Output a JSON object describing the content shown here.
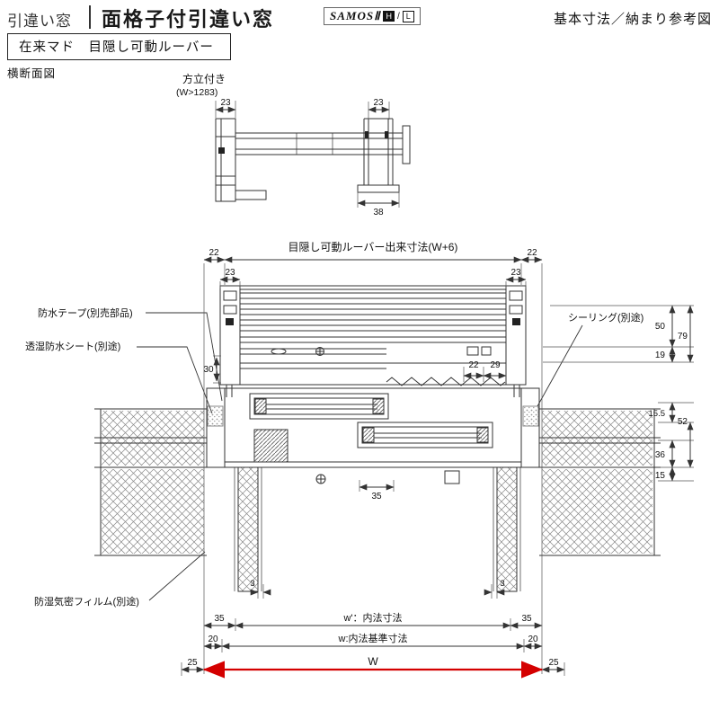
{
  "header": {
    "window_type": "引違い窓",
    "title": "面格子付引違い窓",
    "brand": "SAMOSⅡ",
    "badge_h": "H",
    "slash": "/",
    "badge_l": "L",
    "right_note": "基本寸法／納まり参考図",
    "subtitle": "在来マド　目隠し可動ルーバー",
    "section_label": "横断面図"
  },
  "top_detail": {
    "title": "方立付き",
    "condition": "(W>1283)",
    "dim_left": "23",
    "dim_right": "23",
    "dim_bottom": "38"
  },
  "main": {
    "louver_dim_label": "目隠し可動ルーバー出来寸法(W+6)",
    "dim_22_left": "22",
    "dim_22_right": "22",
    "dim_23_left": "23",
    "dim_23_right": "23",
    "dim_30": "30",
    "dim_22_inner": "22",
    "dim_29": "29",
    "dim_35_track": "35",
    "labels": {
      "waterproof_tape": "防水テープ(別売部品)",
      "breathable_sheet": "透湿防水シート(別途)",
      "moisture_film": "防湿気密フィルム(別途)",
      "sealing": "シーリング(別途)"
    },
    "right_dims": {
      "d50": "50",
      "d79": "79",
      "d19": "19",
      "d15_5": "15.5",
      "d52": "52",
      "d36": "36",
      "d15": "15"
    },
    "bottom_dims": {
      "d3_left": "3",
      "d3_right": "3",
      "d35_left": "35",
      "d35_right": "35",
      "d20_left": "20",
      "d20_right": "20",
      "d25_left": "25",
      "d25_right": "25",
      "w_inner": "w'：内法寸法",
      "w_base": "w:内法基準寸法",
      "w": "W"
    }
  },
  "colors": {
    "line": "#333333",
    "red": "#d40000"
  }
}
